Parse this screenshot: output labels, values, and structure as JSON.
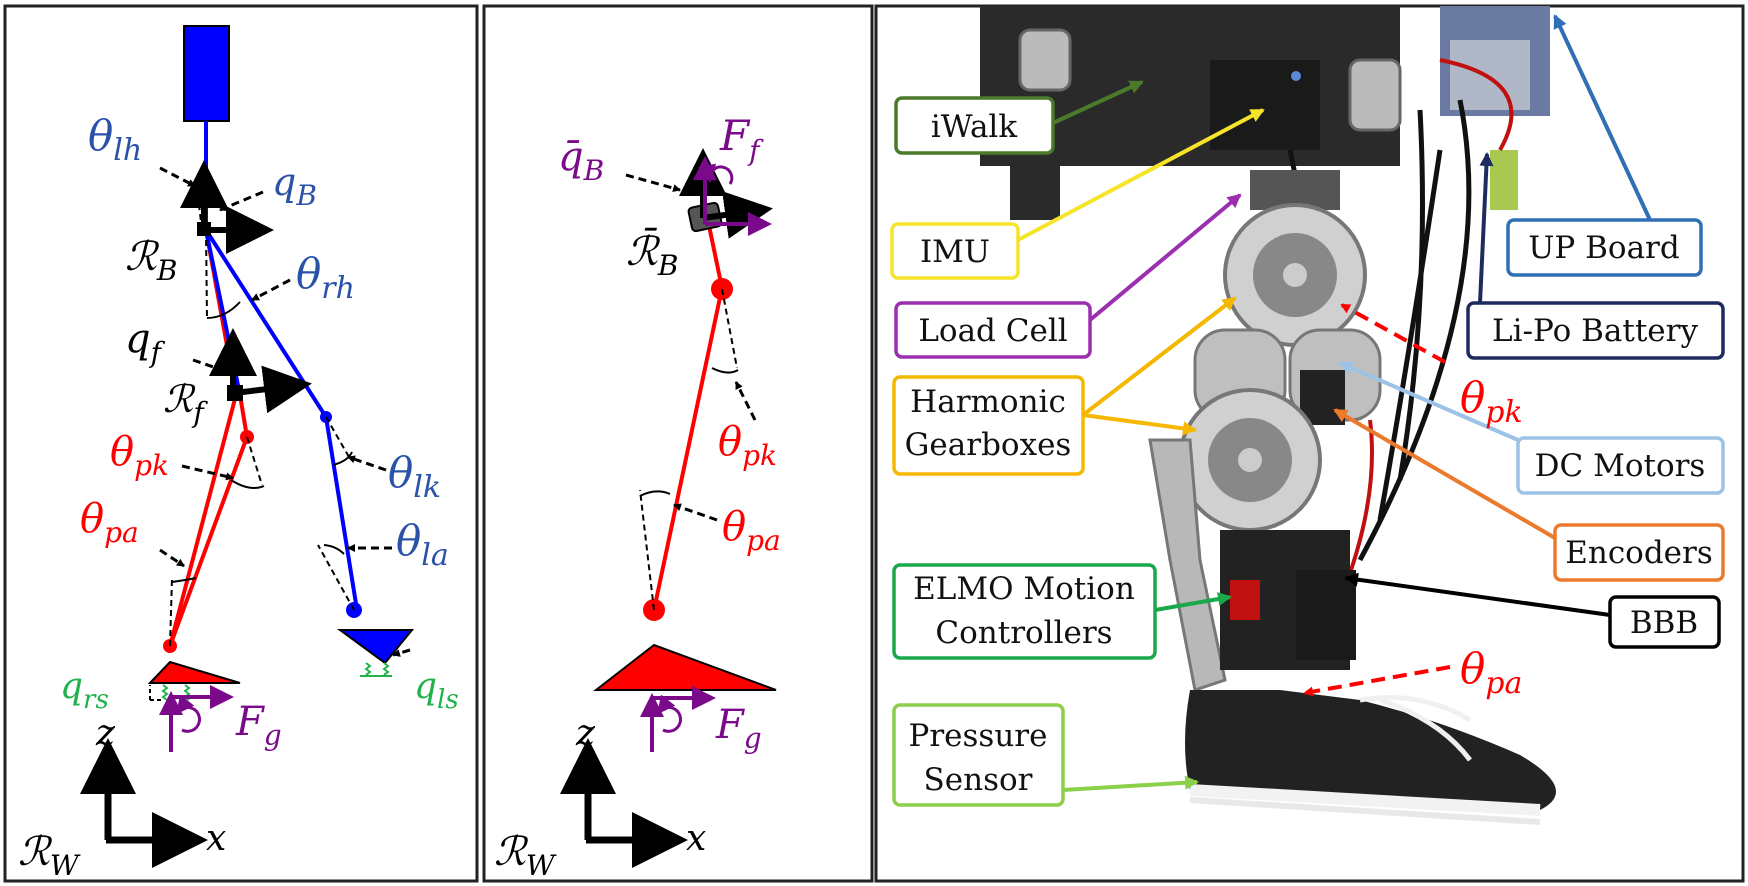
{
  "panel1": {
    "theta_lh": {
      "base": "θ",
      "sub": "lh"
    },
    "q_B": {
      "base": "q",
      "sub": "B"
    },
    "R_B": {
      "base": "ℛ",
      "sub": "B"
    },
    "theta_rh": {
      "base": "θ",
      "sub": "rh"
    },
    "q_f": {
      "base": "q",
      "sub": "f"
    },
    "R_f": {
      "base": "ℛ",
      "sub": "f"
    },
    "theta_pk": {
      "base": "θ",
      "sub": "pk"
    },
    "theta_lk": {
      "base": "θ",
      "sub": "lk"
    },
    "theta_pa": {
      "base": "θ",
      "sub": "pa"
    },
    "theta_la": {
      "base": "θ",
      "sub": "la"
    },
    "q_rs": {
      "base": "q",
      "sub": "rs"
    },
    "q_ls": {
      "base": "q",
      "sub": "ls"
    },
    "F_g": {
      "base": "F",
      "sub": "g"
    },
    "axis_z": "z",
    "axis_x": "x",
    "R_W": {
      "base": "ℛ",
      "sub": "W"
    }
  },
  "panel2": {
    "F_f": {
      "base": "F",
      "sub": "f"
    },
    "q_B_bar": {
      "base": "q̄",
      "sub": "B"
    },
    "R_B_bar": {
      "base": "ℛ̄",
      "sub": "B"
    },
    "theta_pk": {
      "base": "θ",
      "sub": "pk"
    },
    "theta_pa": {
      "base": "θ",
      "sub": "pa"
    },
    "F_g": {
      "base": "F",
      "sub": "g"
    },
    "axis_z": "z",
    "axis_x": "x",
    "R_W": {
      "base": "ℛ",
      "sub": "W"
    }
  },
  "panel3": {
    "labels": {
      "iwalk": "iWalk",
      "imu": "IMU",
      "load_cell": "Load Cell",
      "harmonic_1": "Harmonic",
      "harmonic_2": "Gearboxes",
      "elmo_1": "ELMO Motion",
      "elmo_2": "Controllers",
      "pressure_1": "Pressure",
      "pressure_2": "Sensor",
      "up_board": "UP Board",
      "lipo": "Li-Po Battery",
      "dc_motors": "DC Motors",
      "encoders": "Encoders",
      "bbb": "BBB"
    },
    "theta_pk": {
      "base": "θ",
      "sub": "pk"
    },
    "theta_pa": {
      "base": "θ",
      "sub": "pa"
    }
  },
  "colors": {
    "blue_leg": "#0000ff",
    "red_leg": "#ff0000",
    "label_blue": "#2a52a8",
    "purple": "#7a0a8a",
    "green": "#22b14c",
    "iwalk_green": "#4a7a2a",
    "imu_yellow": "#f5e42a",
    "load_purple": "#9b2fb0",
    "harmonic_orange": "#f5b800",
    "elmo_green": "#1aa84a",
    "pressure_green": "#8ccf4a",
    "upboard_blue": "#2f6fb5",
    "lipo_navy": "#1e2b5e",
    "dc_lightblue": "#9cc3e6",
    "encoders_orange": "#ec7a2c",
    "bbb_black": "#000000"
  }
}
